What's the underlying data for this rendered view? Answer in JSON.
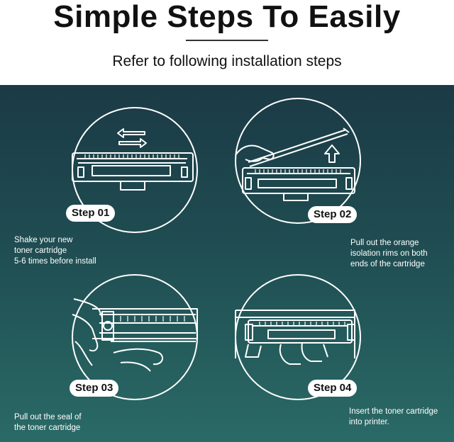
{
  "header": {
    "title": "Simple Steps To Easily",
    "subtitle": "Refer to following installation steps"
  },
  "colors": {
    "panel_top": "#1b3a45",
    "panel_bottom": "#2a6a66",
    "line_art": "#ffffff"
  },
  "steps": [
    {
      "label": "Step 01",
      "icon": "shake-arrows-icon",
      "caption": [
        "Shake your new",
        "toner cartridge",
        "5-6 times before install"
      ]
    },
    {
      "label": "Step 02",
      "icon": "pull-up-arrow-icon",
      "caption": [
        "Pull out the orange",
        "isolation rims on both",
        "ends of the cartridge"
      ]
    },
    {
      "label": "Step 03",
      "icon": "pull-seal-icon",
      "caption": [
        "Pull out the seal of",
        "the toner cartridge"
      ]
    },
    {
      "label": "Step 04",
      "icon": "insert-cartridge-icon",
      "caption": [
        "Insert the toner cartridge",
        "into printer."
      ]
    }
  ]
}
